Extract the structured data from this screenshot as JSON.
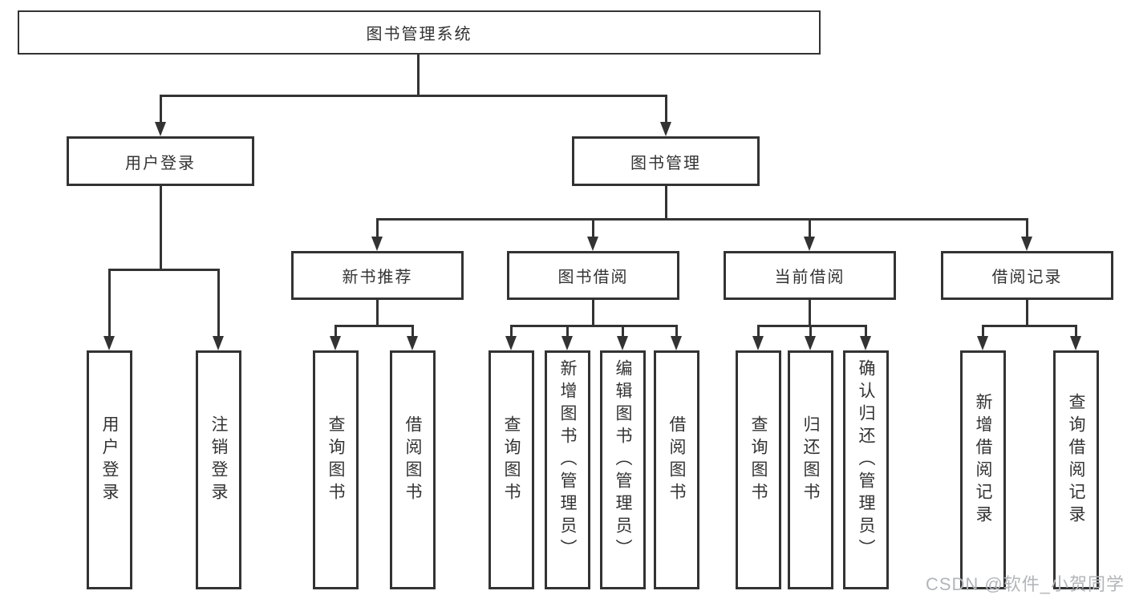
{
  "diagram": {
    "type": "hierarchy",
    "root": {
      "label": "图书管理系统"
    },
    "level2": [
      {
        "label": "用户登录"
      },
      {
        "label": "图书管理"
      }
    ],
    "level3": [
      {
        "label": "新书推荐"
      },
      {
        "label": "图书借阅"
      },
      {
        "label": "当前借阅"
      },
      {
        "label": "借阅记录"
      }
    ],
    "leaves": {
      "user_login": [
        {
          "label": "用户登录"
        },
        {
          "label": "注销登录"
        }
      ],
      "new_book_recommend": [
        {
          "label": "查询图书"
        },
        {
          "label": "借阅图书"
        }
      ],
      "book_borrow": [
        {
          "label": "查询图书"
        },
        {
          "label": "新增图书（管理员）"
        },
        {
          "label": "编辑图书（管理员）"
        },
        {
          "label": "借阅图书"
        }
      ],
      "current_borrow": [
        {
          "label": "查询图书"
        },
        {
          "label": "归还图书"
        },
        {
          "label": "确认归还（管理员）"
        }
      ],
      "borrow_records": [
        {
          "label": "新增借阅记录"
        },
        {
          "label": "查询借阅记录"
        }
      ]
    }
  },
  "watermark": {
    "text": "CSDN @软件_小贺同学"
  },
  "colors": {
    "line": "#333333",
    "text": "#333333",
    "background": "#ffffff",
    "watermark": "#b2b6ba"
  }
}
